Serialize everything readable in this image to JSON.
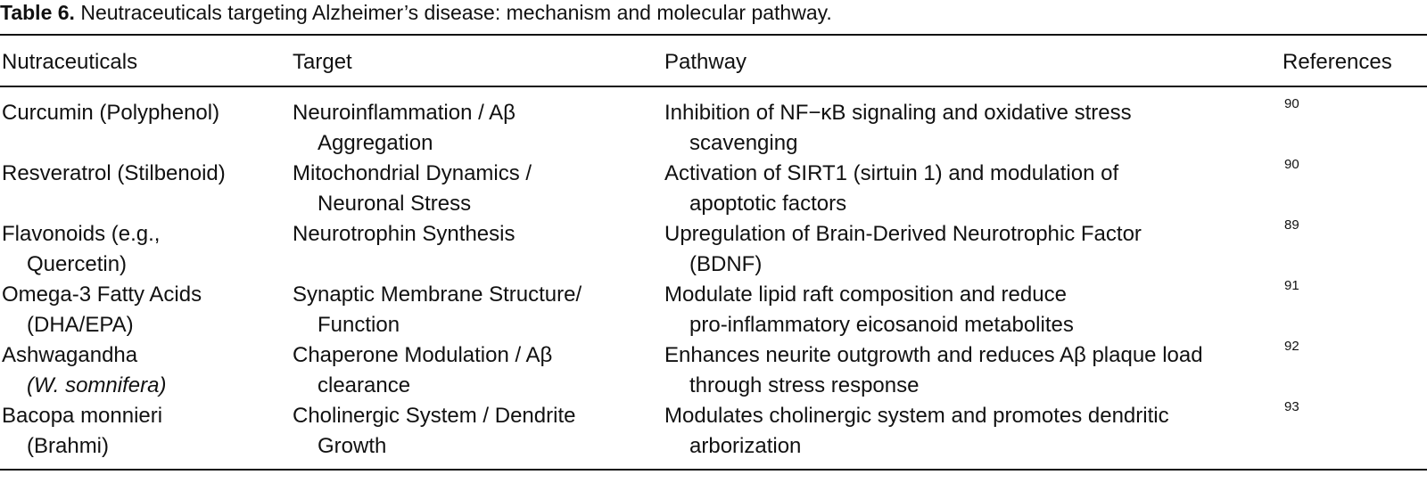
{
  "caption": {
    "label": "Table 6.",
    "text": "Neutraceuticals targeting Alzheimer’s disease: mechanism and molecular pathway."
  },
  "headers": [
    "Nutraceuticals",
    "Target",
    "Pathway",
    "References"
  ],
  "rows": [
    {
      "nutra1": "Curcumin (Polyphenol)",
      "nutra2": "",
      "target1": "Neuroinflammation / Aβ",
      "target2": "Aggregation",
      "path1": "Inhibition of NF−κB signaling and oxidative stress",
      "path2": "scavenging",
      "ref": "90"
    },
    {
      "nutra1": "Resveratrol (Stilbenoid)",
      "nutra2": "",
      "target1": "Mitochondrial Dynamics /",
      "target2": "Neuronal Stress",
      "path1": "Activation of SIRT1 (sirtuin 1) and modulation of",
      "path2": "apoptotic factors",
      "ref": "90"
    },
    {
      "nutra1": "Flavonoids (e.g.,",
      "nutra2": "Quercetin)",
      "target1": "Neurotrophin Synthesis",
      "target2": "",
      "path1": "Upregulation of Brain-Derived Neurotrophic Factor",
      "path2": "(BDNF)",
      "ref": "89"
    },
    {
      "nutra1": "Omega-3 Fatty Acids",
      "nutra2": "(DHA/EPA)",
      "target1": "Synaptic Membrane Structure/",
      "target2": "Function",
      "path1": "Modulate lipid raft composition and reduce",
      "path2": "pro-inflammatory eicosanoid metabolites",
      "ref": "91"
    },
    {
      "nutra1": "Ashwagandha",
      "nutra2": "(W. somnifera)",
      "target1": "Chaperone Modulation / Aβ",
      "target2": "clearance",
      "path1": "Enhances neurite outgrowth and reduces Aβ plaque load",
      "path2": "through stress response",
      "ref": "92"
    },
    {
      "nutra1": "Bacopa monnieri",
      "nutra2": "(Brahmi)",
      "target1": "Cholinergic System / Dendrite",
      "target2": "Growth",
      "path1": "Modulates cholinergic system and promotes dendritic",
      "path2": "arborization",
      "ref": "93"
    }
  ]
}
